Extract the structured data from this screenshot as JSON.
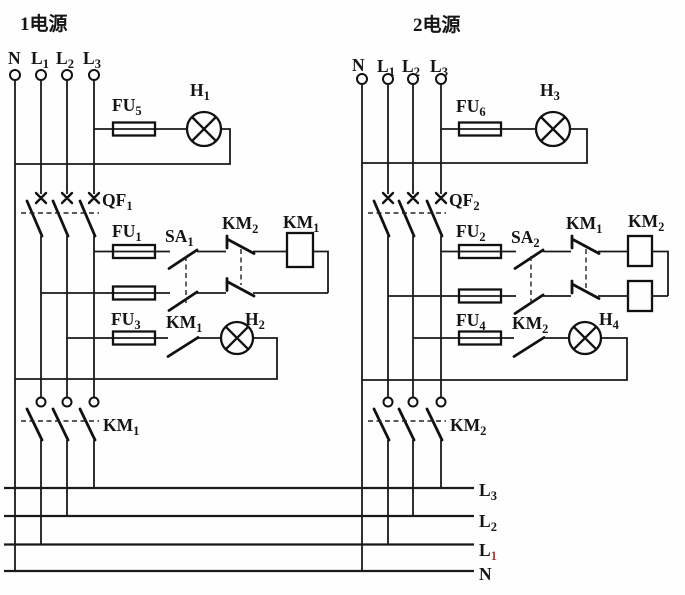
{
  "diagram_type": "dual-power-supply electrical interlock schematic",
  "colors": {
    "ink": "#151515",
    "red_subscript": "#9a4438",
    "background": "#fefefe"
  },
  "supply1": {
    "title": "1电源",
    "terminals": [
      {
        "name": "N",
        "sub": ""
      },
      {
        "name": "L",
        "sub": "1"
      },
      {
        "name": "L",
        "sub": "2"
      },
      {
        "name": "L",
        "sub": "3"
      }
    ],
    "labels": {
      "fu5": {
        "name": "FU",
        "sub": "5"
      },
      "h1": {
        "name": "H",
        "sub": "1"
      },
      "qf1": {
        "name": "QF",
        "sub": "1"
      },
      "fu1": {
        "name": "FU",
        "sub": "1"
      },
      "sa1": {
        "name": "SA",
        "sub": "1"
      },
      "km2nc": {
        "name": "KM",
        "sub": "2"
      },
      "km1coil": {
        "name": "KM",
        "sub": "1"
      },
      "fu3": {
        "name": "FU",
        "sub": "3"
      },
      "km1no": {
        "name": "KM",
        "sub": "1"
      },
      "h2": {
        "name": "H",
        "sub": "2"
      },
      "km1main": {
        "name": "KM",
        "sub": "1"
      }
    }
  },
  "supply2": {
    "title": "2电源",
    "terminals": [
      {
        "name": "N",
        "sub": ""
      },
      {
        "name": "L",
        "sub": "1"
      },
      {
        "name": "L",
        "sub": "2"
      },
      {
        "name": "L",
        "sub": "3"
      }
    ],
    "labels": {
      "fu6": {
        "name": "FU",
        "sub": "6"
      },
      "h3": {
        "name": "H",
        "sub": "3"
      },
      "qf2": {
        "name": "QF",
        "sub": "2"
      },
      "fu2": {
        "name": "FU",
        "sub": "2"
      },
      "sa2": {
        "name": "SA",
        "sub": "2"
      },
      "km1nc": {
        "name": "KM",
        "sub": "1"
      },
      "km2coil": {
        "name": "KM",
        "sub": "2"
      },
      "fu4": {
        "name": "FU",
        "sub": "4"
      },
      "km2no": {
        "name": "KM",
        "sub": "2"
      },
      "h4": {
        "name": "H",
        "sub": "4"
      },
      "km2main": {
        "name": "KM",
        "sub": "2"
      }
    }
  },
  "buses": [
    {
      "name": "L",
      "sub": "3"
    },
    {
      "name": "L",
      "sub": "2"
    },
    {
      "name": "L",
      "sub": "1"
    },
    {
      "name": "N",
      "sub": ""
    }
  ]
}
